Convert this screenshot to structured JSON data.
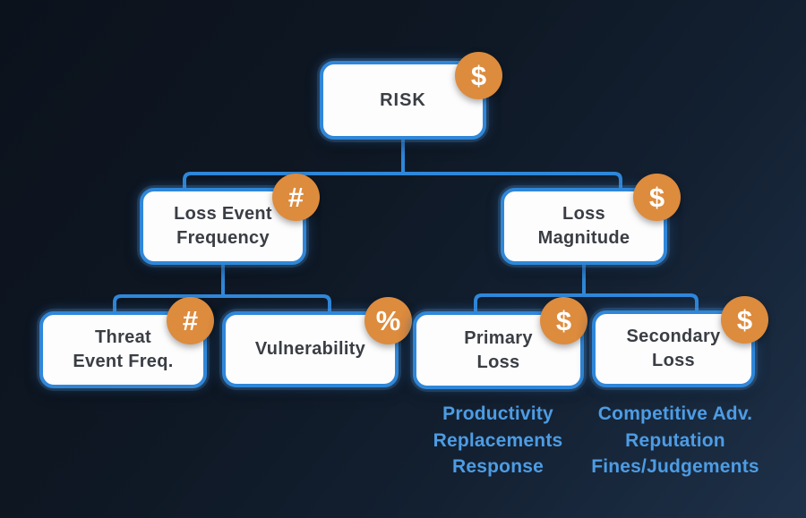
{
  "colors": {
    "background_top_left": "#0c121c",
    "background_bottom_right": "#1e3149",
    "box_border_blue": "#2f87d9",
    "box_fill": "#fdfdfe",
    "badge_orange": "#dd8b3d",
    "connector_blue": "#2f87d9",
    "list_text_blue": "#4d9ce4",
    "node_text": "#3a3e44"
  },
  "diagram": {
    "nodes": [
      {
        "id": "risk",
        "lines": [
          "RISK"
        ],
        "badge": "$",
        "badge_icon": "dollar-icon"
      },
      {
        "id": "loss-event-frequency",
        "lines": [
          "Loss Event",
          "Frequency"
        ],
        "badge": "#",
        "badge_icon": "hash-icon"
      },
      {
        "id": "loss-magnitude",
        "lines": [
          "Loss",
          "Magnitude"
        ],
        "badge": "$",
        "badge_icon": "dollar-icon"
      },
      {
        "id": "threat-event-freq",
        "lines": [
          "Threat",
          "Event Freq."
        ],
        "badge": "#",
        "badge_icon": "hash-icon"
      },
      {
        "id": "vulnerability",
        "lines": [
          "Vulnerability"
        ],
        "badge": "%",
        "badge_icon": "percent-icon"
      },
      {
        "id": "primary-loss",
        "lines": [
          "Primary",
          "Loss"
        ],
        "badge": "$",
        "badge_icon": "dollar-icon"
      },
      {
        "id": "secondary-loss",
        "lines": [
          "Secondary",
          "Loss"
        ],
        "badge": "$",
        "badge_icon": "dollar-icon"
      }
    ],
    "primary_loss_items": [
      "Productivity",
      "Replacements",
      "Response"
    ],
    "secondary_loss_items": [
      "Competitive Adv.",
      "Reputation",
      "Fines/Judgements"
    ]
  }
}
